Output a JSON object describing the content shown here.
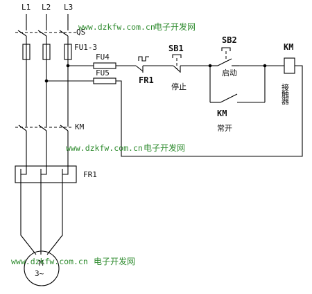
{
  "colors": {
    "line": "#000000",
    "watermark": "#2e8b2e",
    "background": "#ffffff"
  },
  "labels": {
    "l1": "L1",
    "l2": "L2",
    "l3": "L3",
    "qs": "QS",
    "fu13": "FU1-3",
    "fu4": "FU4",
    "fu5": "FU5",
    "fr1_contact": "FR1",
    "sb1": "SB1",
    "stop": "停止",
    "sb2": "SB2",
    "start": "启动",
    "km_hold": "KM",
    "normally_open": "常开",
    "km_coil": "KM",
    "contactor": "接触器",
    "km_main": "KM",
    "fr1_relay": "FR1",
    "motor_m": "M",
    "motor_phase": "3~"
  },
  "watermarks": [
    {
      "url": "www.dzkfw.com.cn",
      "text": "电子开发网"
    },
    {
      "url": "www.dzkfw.com.cn",
      "text": "电子开发网"
    },
    {
      "url": "www.dzkfw.com.cn",
      "text": "电子开发网"
    }
  ]
}
